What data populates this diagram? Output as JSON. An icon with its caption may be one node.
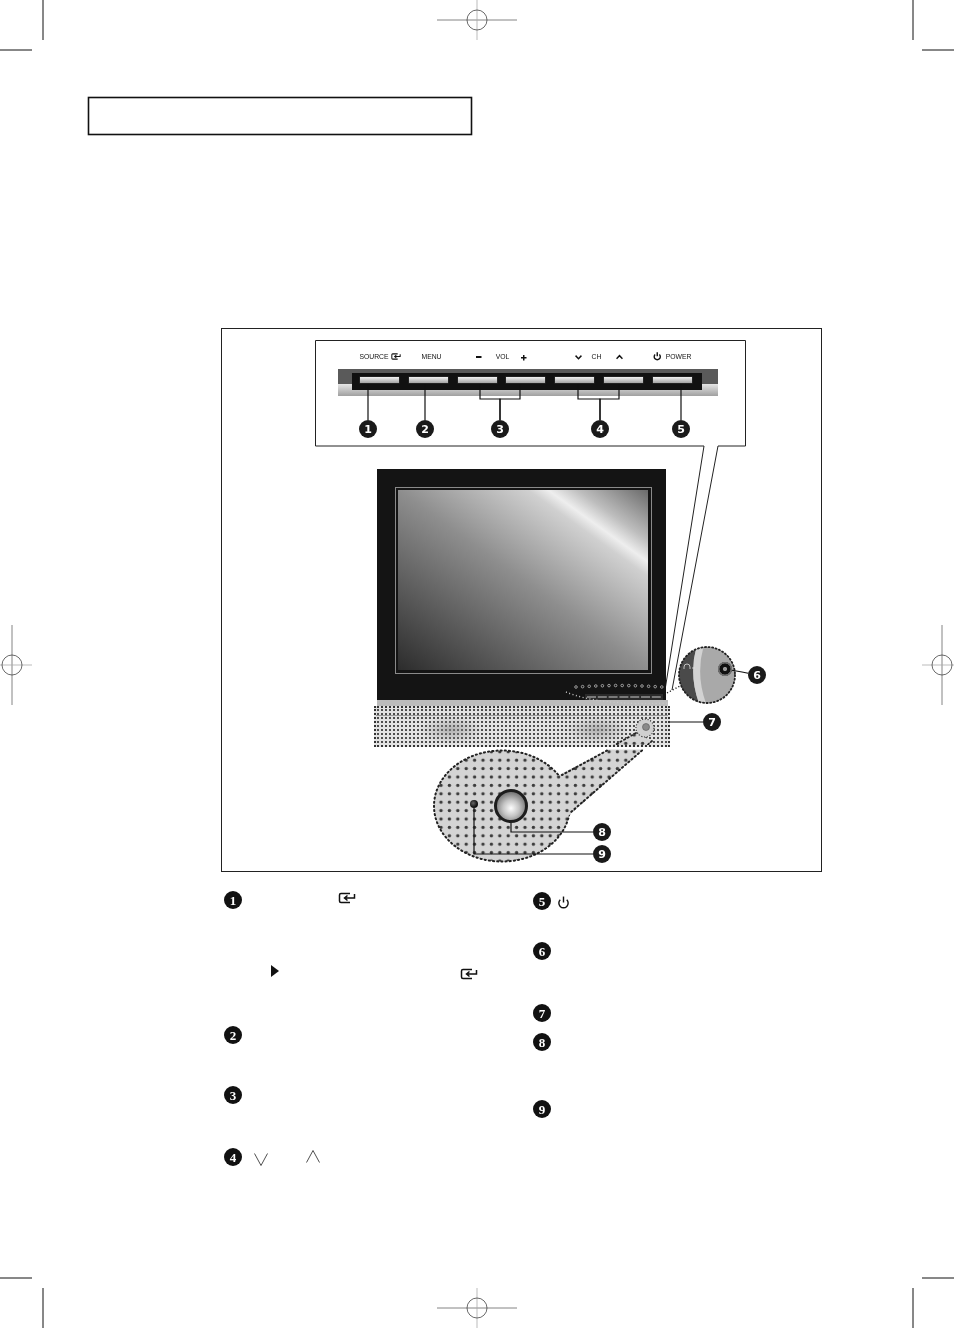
{
  "diagram": {
    "nodes": [
      {
        "text": [],
        "shape": "bar"
      },
      {
        "text": [],
        "shape": "bar"
      },
      {
        "text": [],
        "shape": "bar"
      },
      {
        "text": [],
        "shape": "bar"
      },
      {
        "text": [],
        "shape": "bar"
      },
      {
        "text": [],
        "shape": "bar"
      },
      {
        "text": [],
        "shape": "bar"
      },
      {
        "text": [
          "1"
        ]
      },
      {
        "text": [
          "2"
        ]
      },
      {
        "text": [
          "3"
        ]
      },
      {
        "text": [
          "4"
        ]
      },
      {
        "text": [
          "5"
        ]
      },
      {
        "text": [],
        "shape": "circle"
      },
      {
        "text": [
          "6"
        ]
      },
      {
        "text": [],
        "shape": "box"
      },
      {
        "text": [
          "7"
        ]
      },
      {
        "text": [],
        "shape": "circle"
      },
      {
        "text": [],
        "shape": "circle"
      },
      {
        "text": [
          "8"
        ]
      },
      {
        "text": [
          "9"
        ]
      }
    ],
    "edges": [
      {
        "from": 7,
        "to": 0,
        "arrow": "none"
      },
      {
        "from": 8,
        "to": 1,
        "arrow": "none"
      },
      {
        "from": 9,
        "to": 2,
        "arrow": "none"
      },
      {
        "from": 9,
        "to": 3,
        "arrow": "none"
      },
      {
        "from": 10,
        "to": 4,
        "arrow": "none"
      },
      {
        "from": 10,
        "to": 5,
        "arrow": "none"
      },
      {
        "from": 11,
        "to": 6,
        "arrow": "none"
      },
      {
        "from": 13,
        "to": 12,
        "arrow": "none"
      },
      {
        "from": 15,
        "to": 14,
        "arrow": "none"
      },
      {
        "from": 18,
        "to": 17,
        "arrow": "none"
      },
      {
        "from": 19,
        "to": 16,
        "arrow": "none"
      }
    ],
    "labels": [
      "SOURCE",
      "MENU",
      "VOL",
      "CH",
      "POWER",
      "1",
      "2",
      "3",
      "4",
      "5",
      "6",
      "7",
      "8",
      "9"
    ]
  }
}
